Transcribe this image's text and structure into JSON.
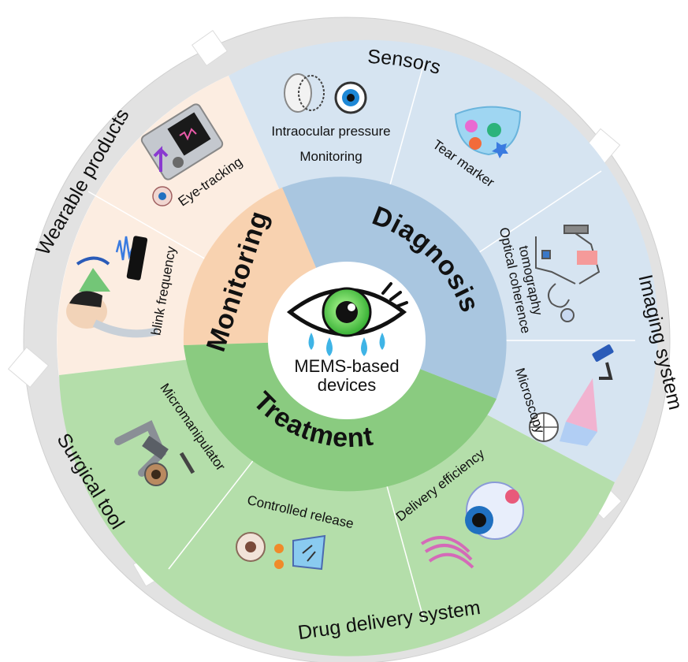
{
  "center": {
    "line1": "MEMS-based",
    "line2": "devices"
  },
  "sectors": {
    "diagnosis": "Diagnosis",
    "monitoring": "Monitoring",
    "treatment": "Treatment"
  },
  "ring": {
    "sensors": "Sensors",
    "imaging": "Imaging system",
    "drug_delivery": "Drug delivery system",
    "surgical": "Surgical tool",
    "wearable": "Wearable products"
  },
  "items": {
    "iop_line1": "Intraocular pressure",
    "iop_line2": "Monitoring",
    "tear_marker": "Tear marker",
    "oct_line1": "Optical coherence",
    "oct_line2": "tomography",
    "microscopy": "Microscopy",
    "delivery_efficiency": "Delivery efficiency",
    "controlled_release": "Controlled release",
    "micromanipulator": "Micromanipulator",
    "blink_frequency": "blink frequency",
    "eye_tracking": "Eye-tracking"
  },
  "colors": {
    "ring": "#e2e2e2",
    "diagnosis_outer": "#d6e4f1",
    "diagnosis_inner": "#a9c6e0",
    "monitoring_outer": "#fcede1",
    "monitoring_inner": "#f8d2b0",
    "treatment_outer": "#b4deaa",
    "treatment_inner": "#8acb80",
    "eye_green": "#3fbf3a",
    "tears": "#3fb4e6"
  }
}
